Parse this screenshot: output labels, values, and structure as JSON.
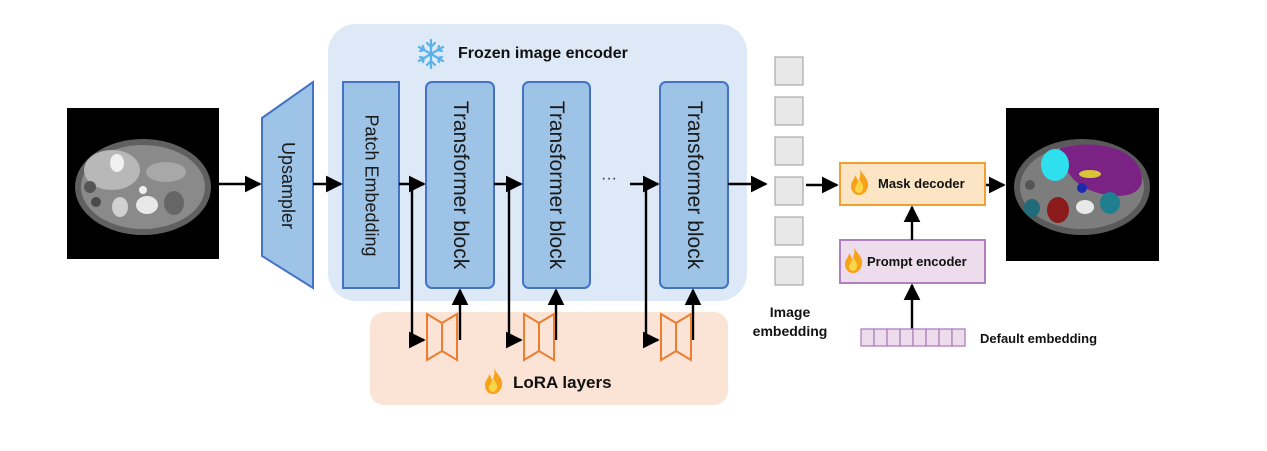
{
  "diagram": {
    "frozen_encoder_label": "Frozen image encoder",
    "upsampler_label": "Upsampler",
    "patch_embedding_label": "Patch Embedding",
    "transformer_block_label": "Transformer block",
    "ellipsis": "···",
    "lora_label": "LoRA layers",
    "image_embedding_label_line1": "Image",
    "image_embedding_label_line2": "embedding",
    "mask_decoder_label": "Mask decoder",
    "prompt_encoder_label": "Prompt encoder",
    "default_embedding_label": "Default embedding"
  },
  "colors": {
    "encoder_bg": "#dde9f6",
    "block_fill": "#9dc3e6",
    "block_stroke": "#4472c4",
    "lora_bg": "#fbe3d5",
    "lora_icon": "#ed7d31",
    "mask_decoder_fill": "#fbe5c4",
    "mask_decoder_stroke": "#f0a030",
    "prompt_encoder_fill": "#ecdcec",
    "prompt_encoder_stroke": "#b07fc0",
    "embedding_cell": "#e8e8e8"
  },
  "icons": [
    "snowflake-icon",
    "fire-icon"
  ]
}
